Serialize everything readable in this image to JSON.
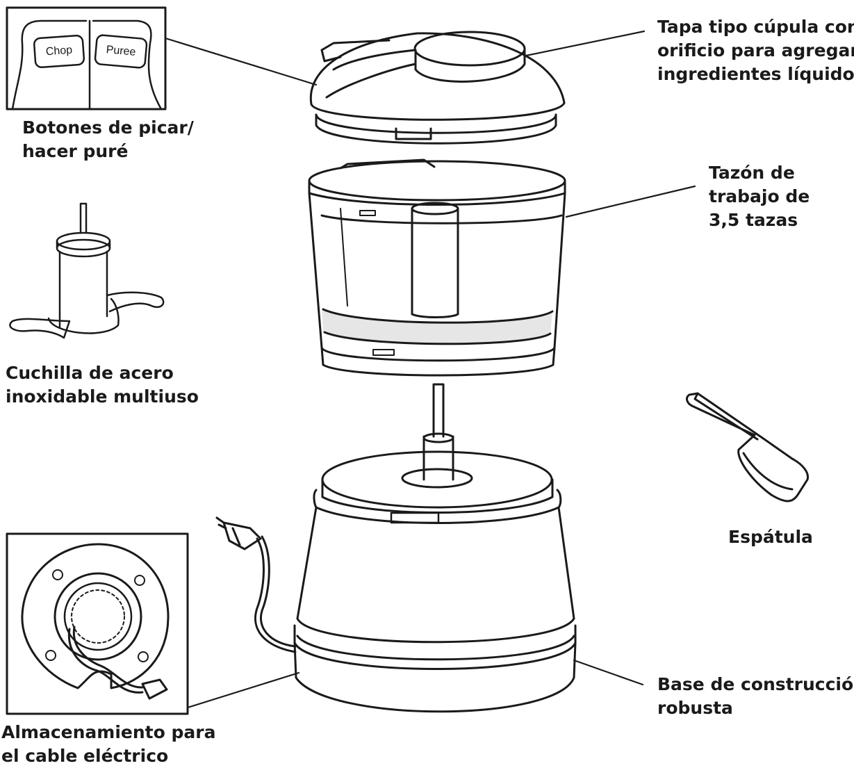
{
  "buttons_inset": {
    "chop_label": "Chop",
    "puree_label": "Puree"
  },
  "labels": {
    "lid": [
      "Tapa tipo cúpula con",
      "orificio para agregar",
      "ingredientes líquidos"
    ],
    "buttons": [
      "Botones de picar/",
      "hacer puré"
    ],
    "bowl": [
      "Tazón de",
      "trabajo de",
      "3,5 tazas"
    ],
    "blade": [
      "Cuchilla de acero",
      "inoxidable multiuso"
    ],
    "spatula": [
      "Espátula"
    ],
    "base": [
      "Base de construcción",
      "robusta"
    ],
    "cord_storage": [
      "Almacenamiento para",
      "el cable eléctrico"
    ]
  },
  "colors": {
    "line": "#1a1a1a",
    "fill": "#ffffff",
    "bowl_shade": "#e6e6e6"
  }
}
